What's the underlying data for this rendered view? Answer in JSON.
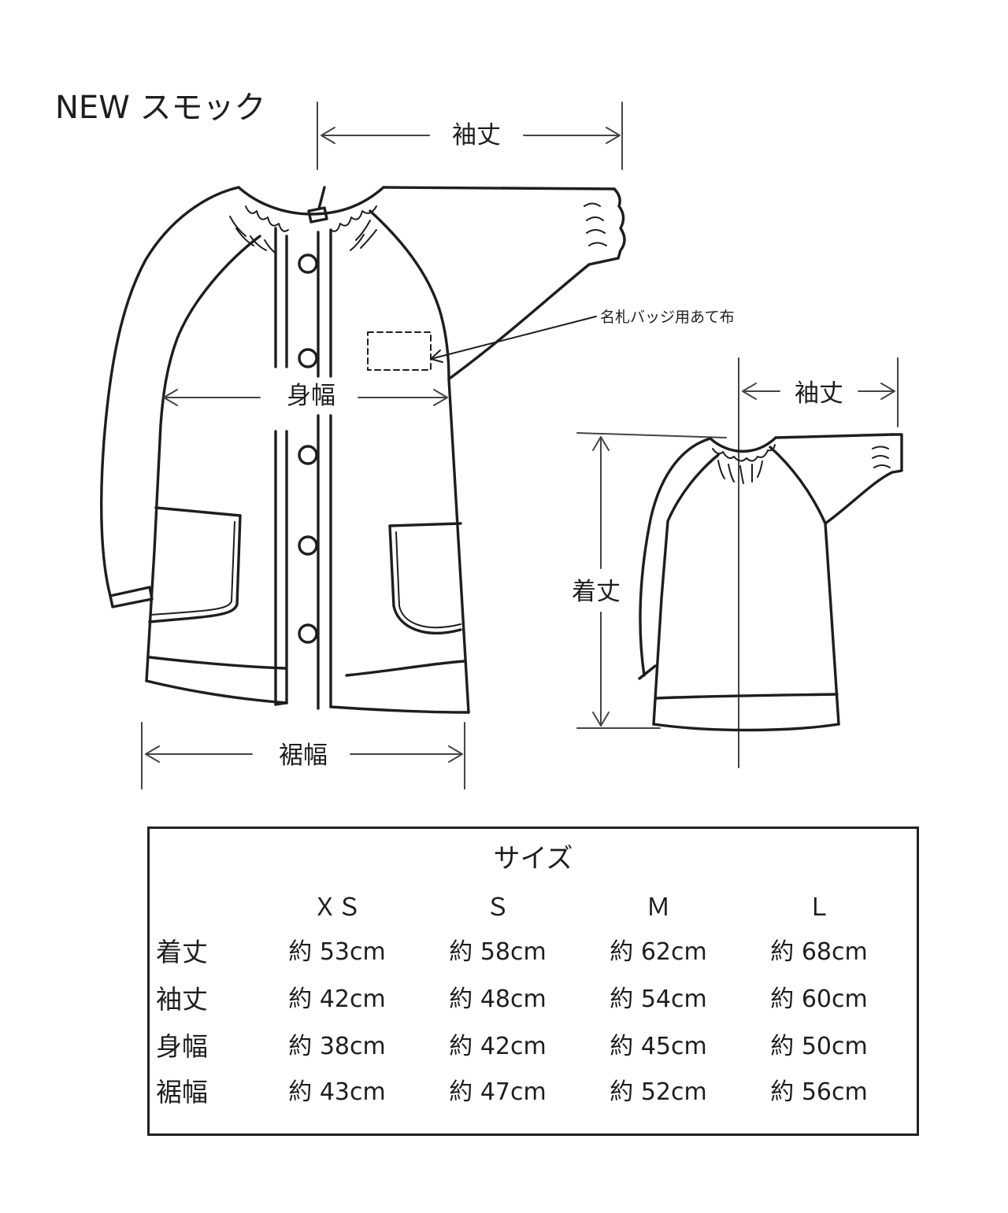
{
  "title": "NEW スモック",
  "front_view": {
    "sleeve_length_label": "袖丈",
    "body_width_label": "身幅",
    "hem_width_label": "裾幅",
    "name_badge_patch_label": "名札バッジ用あて布"
  },
  "back_view": {
    "sleeve_length_label": "袖丈",
    "garment_length_label": "着丈"
  },
  "size_table": {
    "title": "サイズ",
    "sizes": [
      "ＸＳ",
      "Ｓ",
      "Ｍ",
      "Ｌ"
    ],
    "rows": [
      {
        "label": "着丈",
        "values": [
          "約 53cm",
          "約 58cm",
          "約 62cm",
          "約 68cm"
        ]
      },
      {
        "label": "袖丈",
        "values": [
          "約 42cm",
          "約 48cm",
          "約 54cm",
          "約 60cm"
        ]
      },
      {
        "label": "身幅",
        "values": [
          "約 38cm",
          "約 42cm",
          "約 45cm",
          "約 50cm"
        ]
      },
      {
        "label": "裾幅",
        "values": [
          "約 43cm",
          "約 47cm",
          "約 52cm",
          "約 56cm"
        ]
      }
    ]
  }
}
